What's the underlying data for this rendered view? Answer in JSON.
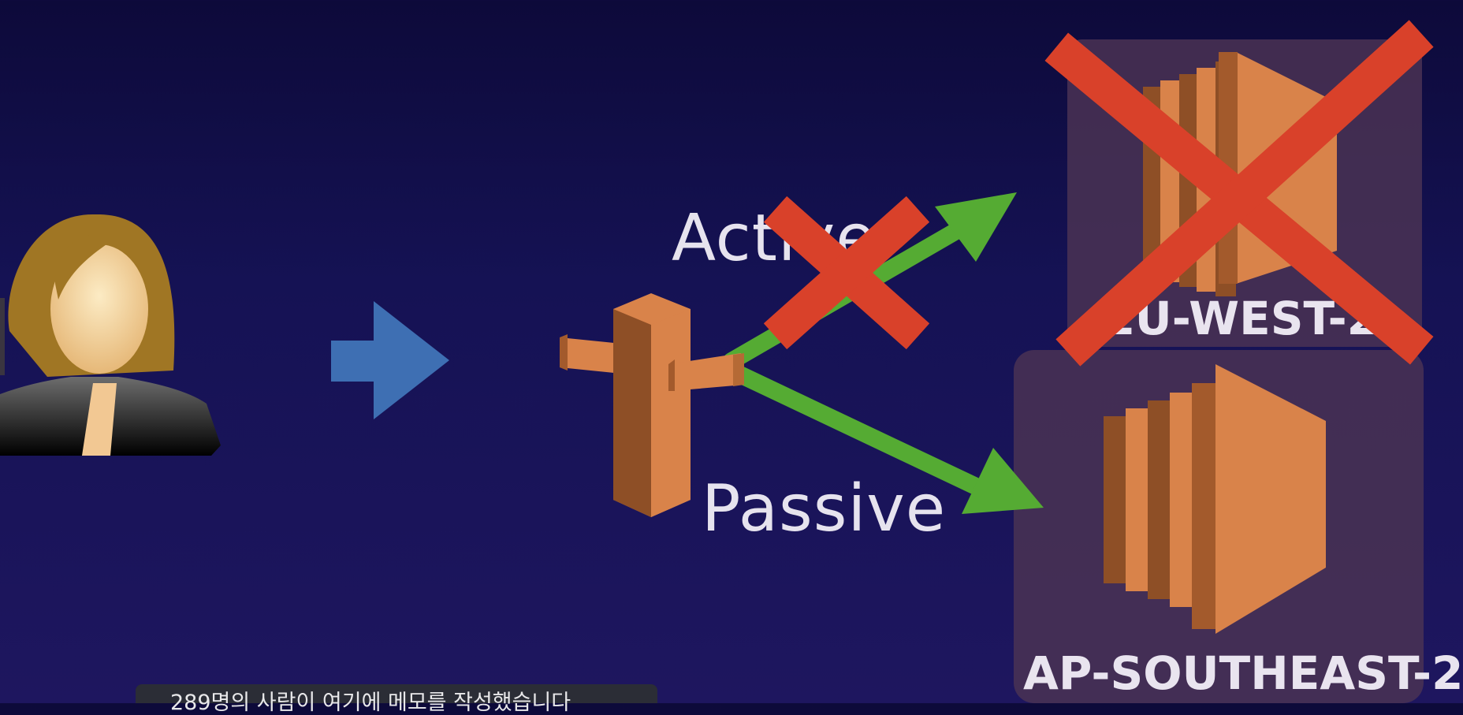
{
  "labels": {
    "active": "Active",
    "passive": "Passive",
    "region_top": "EU-WEST-2",
    "region_bottom": "AP-SOUTHEAST-2"
  },
  "notice": {
    "text": "289명의 사람이 여기에 메모를 작성했습니다"
  },
  "colors": {
    "background_top": "#0d0a3a",
    "background_bottom": "#1e165f",
    "arrow_blue": "#3e6fb3",
    "arrow_green": "#55ab33",
    "cross_red": "#d9412a",
    "aws_orange": "#d9834a",
    "region_box": "#4a3354"
  },
  "icons": {
    "user": "user-avatar-icon",
    "route53": "route53-signpost-icon",
    "ec2": "ec2-instance-icon",
    "failed": "red-x-icon"
  }
}
